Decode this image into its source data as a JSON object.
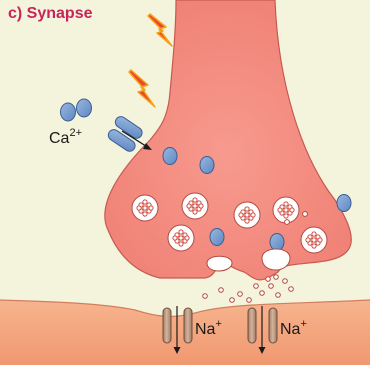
{
  "title": "c) Synapse",
  "labels": {
    "calcium": "Ca",
    "calcium_charge": "2+",
    "sodium": "Na",
    "sodium_charge": "+"
  },
  "colors": {
    "background": "#f4f4dc",
    "title": "#c8245a",
    "terminal_fill": "#f48a80",
    "terminal_edge": "#c65a52",
    "membrane_fill": "#f5a47c",
    "vesicle_fill": "#ffffff",
    "neurotransmitter": "#d04b40",
    "ion_blue": "#6f96cc",
    "channel_tan": "#c09a82",
    "lightning": "#e8492a"
  },
  "icons": [
    "lightning-icon",
    "calcium-ion-icon",
    "calcium-channel-icon",
    "synaptic-vesicle-icon",
    "sodium-channel-icon"
  ]
}
